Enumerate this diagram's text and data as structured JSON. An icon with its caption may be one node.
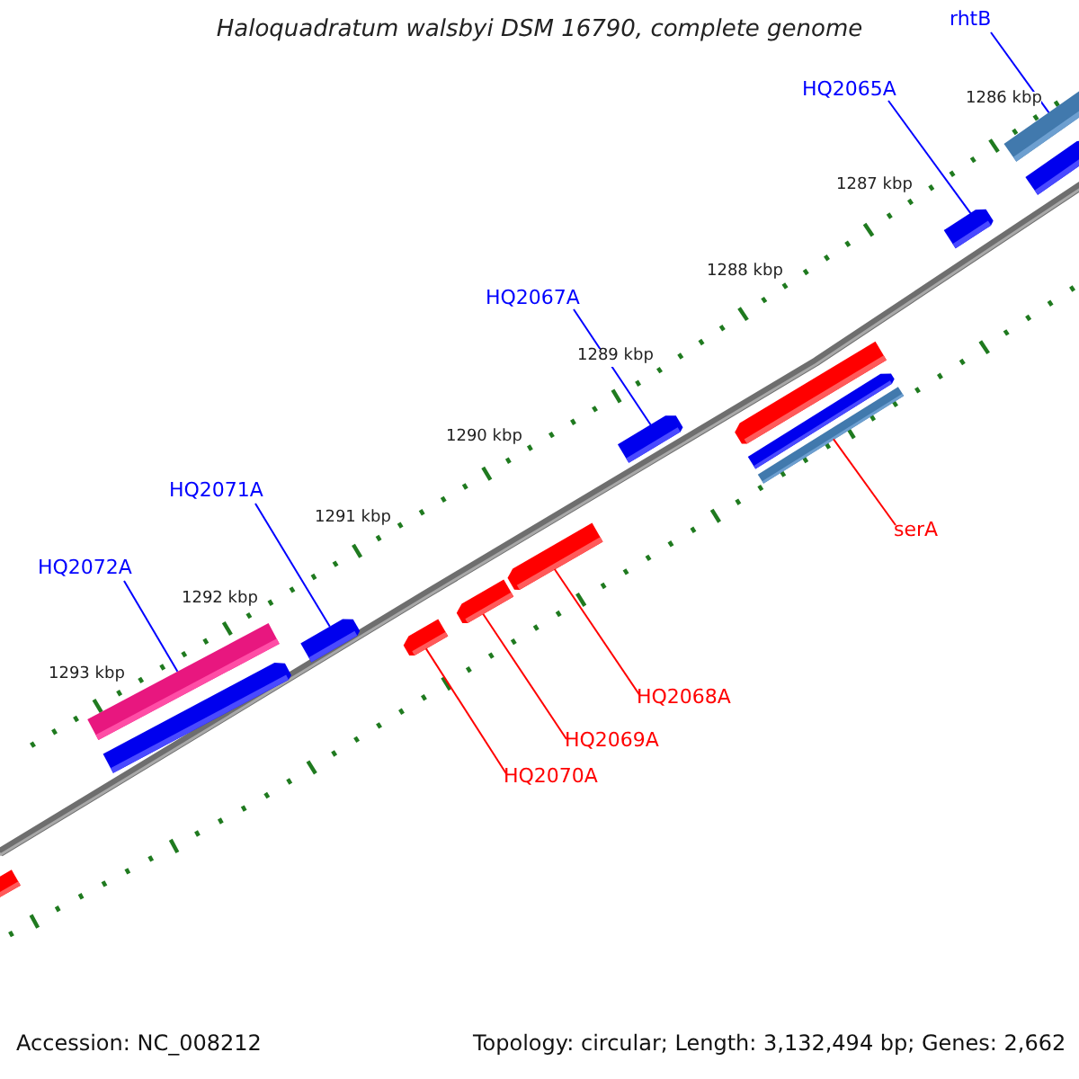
{
  "diagram": {
    "title": "Haloquadratum walsbyi DSM 16790, complete genome",
    "nodes": [
      {
        "text": [
          "rhtB"
        ]
      },
      {
        "text": [
          "HQ2065A"
        ]
      },
      {
        "text": [
          "HQ2067A"
        ]
      },
      {
        "text": [
          "HQ2071A"
        ]
      },
      {
        "text": [
          "HQ2072A"
        ]
      },
      {
        "text": [
          "serA"
        ]
      },
      {
        "text": [
          "HQ2068A"
        ]
      },
      {
        "text": [
          "HQ2069A"
        ]
      },
      {
        "text": [
          "HQ2070A"
        ]
      },
      {
        "text": [],
        "shape": "bar"
      },
      {
        "text": [],
        "shape": "arrow"
      },
      {
        "text": [],
        "shape": "arrow"
      },
      {
        "text": [],
        "shape": "arrow"
      },
      {
        "text": [],
        "shape": "arrow"
      },
      {
        "text": [],
        "shape": "arrow"
      },
      {
        "text": [],
        "shape": "bar"
      },
      {
        "text": [],
        "shape": "arrow"
      },
      {
        "text": [],
        "shape": "bar"
      }
    ],
    "edges": [
      {
        "from": 0,
        "to": 17,
        "arrow": "none"
      },
      {
        "from": 1,
        "to": 16,
        "arrow": "none"
      },
      {
        "from": 2,
        "to": 14,
        "arrow": "none"
      },
      {
        "from": 3,
        "to": 10,
        "arrow": "none"
      },
      {
        "from": 4,
        "to": 9,
        "arrow": "none"
      },
      {
        "from": 5,
        "to": 15,
        "arrow": "none",
        "color": "#ff0000"
      },
      {
        "from": 6,
        "to": 13,
        "arrow": "none",
        "color": "#ff0000"
      },
      {
        "from": 7,
        "to": 12,
        "arrow": "none",
        "color": "#ff0000"
      },
      {
        "from": 8,
        "to": 11,
        "arrow": "none",
        "color": "#ff0000"
      }
    ],
    "labels": [
      "1286 kbp",
      "1287 kbp",
      "1288 kbp",
      "1289 kbp",
      "1290 kbp",
      "1291 kbp",
      "1292 kbp",
      "1293 kbp",
      "Accession: NC_008212",
      "Topology: circular; Length: 3,132,494 bp; Genes: 2,662"
    ]
  }
}
